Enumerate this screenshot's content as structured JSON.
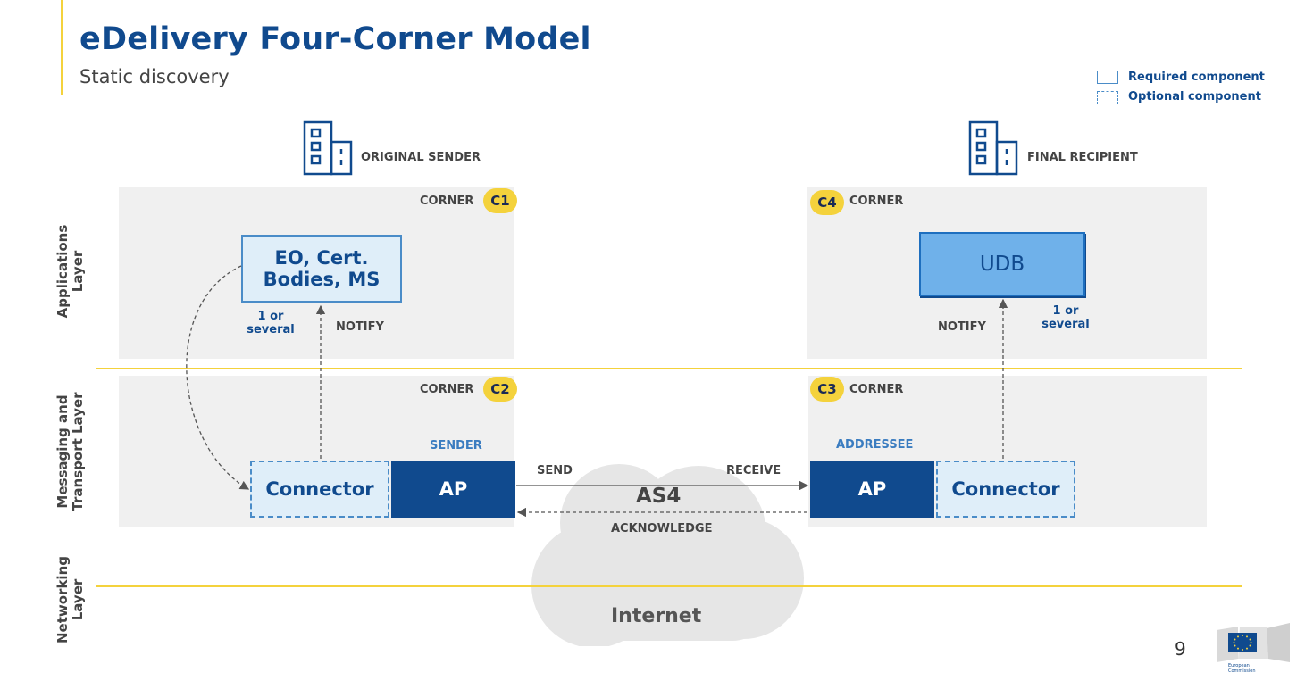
{
  "title": "eDelivery Four-Corner Model",
  "subtitle": "Static discovery",
  "legend": {
    "required": "Required component",
    "optional": "Optional component"
  },
  "top": {
    "sender_label": "ORIGINAL SENDER",
    "recipient_label": "FINAL RECIPIENT"
  },
  "layers": {
    "applications": [
      "Applications",
      "Layer"
    ],
    "messaging": [
      "Messaging and",
      "Transport Layer"
    ],
    "networking": [
      "Networking",
      "Layer"
    ]
  },
  "corners": {
    "label": "CORNER",
    "c1": "C1",
    "c2": "C2",
    "c3": "C3",
    "c4": "C4"
  },
  "boxes": {
    "eo": [
      "EO, Cert.",
      "Bodies, MS"
    ],
    "udb": "UDB",
    "connector": "Connector",
    "ap": "AP"
  },
  "annotations": {
    "one_or_several": [
      "1 or",
      "several"
    ],
    "notify": "NOTIFY",
    "sender": "SENDER",
    "addressee": "ADDRESSEE",
    "send": "SEND",
    "receive": "RECEIVE",
    "acknowledge": "ACKNOWLEDGE",
    "as4": "AS4",
    "internet": "Internet"
  },
  "footer": {
    "page_number": "9",
    "logo_text": [
      "European",
      "Commission"
    ]
  },
  "colors": {
    "brand_blue": "#104a8e",
    "accent_yellow": "#f4d23c",
    "light_blue": "#dfeef9",
    "udb_blue": "#6fb1ea",
    "zone_gray": "#f0f0f0"
  },
  "icons": {
    "sender": "building-icon",
    "recipient": "building-icon",
    "cloud": "cloud-icon",
    "logo": "eu-flag-logo"
  }
}
